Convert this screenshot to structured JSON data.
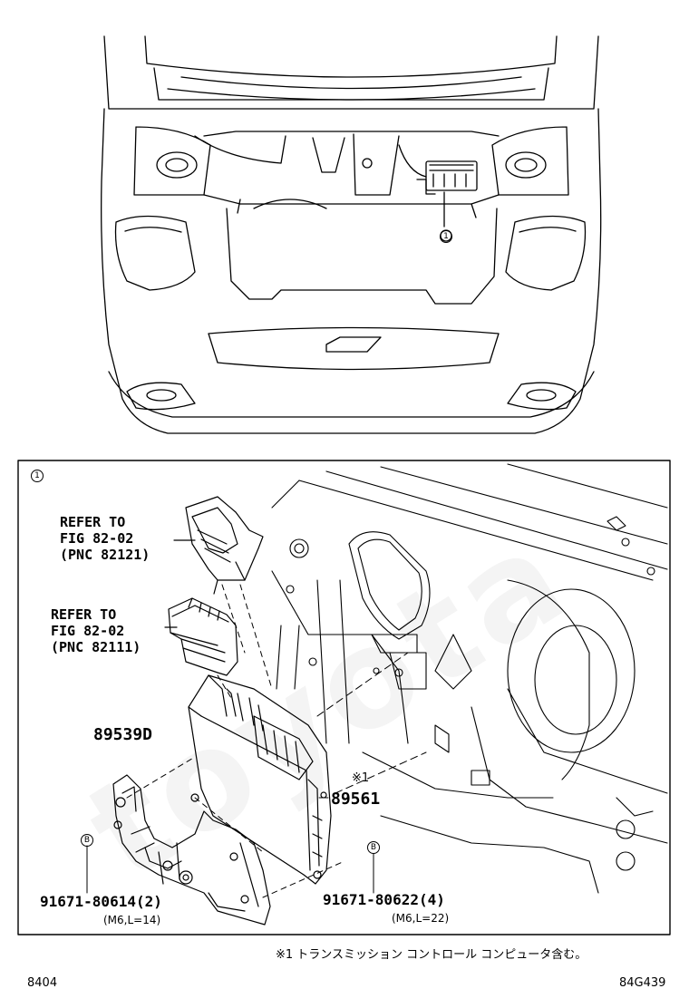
{
  "overview": {
    "callout": "1"
  },
  "detail": {
    "callout": "1",
    "refs": [
      {
        "lines": [
          "REFER TO",
          "FIG 82-02",
          "(PNC 82121)"
        ]
      },
      {
        "lines": [
          "REFER TO",
          "FIG 82-02",
          "(PNC 82111)"
        ]
      }
    ],
    "parts": {
      "bracket": "89539D",
      "ecu": "89561",
      "ecu_mark": "※1",
      "bolt_left": "91671-80614(2)",
      "bolt_left_spec": "(M6,L=14)",
      "bolt_left_marker": "B",
      "bolt_right": "91671-80622(4)",
      "bolt_right_spec": "(M6,L=22)",
      "bolt_right_marker": "B"
    }
  },
  "footnote": "※1 トランスミッション コントロール コンピュータ含む。",
  "page_code_left": "8404",
  "page_code_right": "84G439",
  "watermark": "toyota"
}
